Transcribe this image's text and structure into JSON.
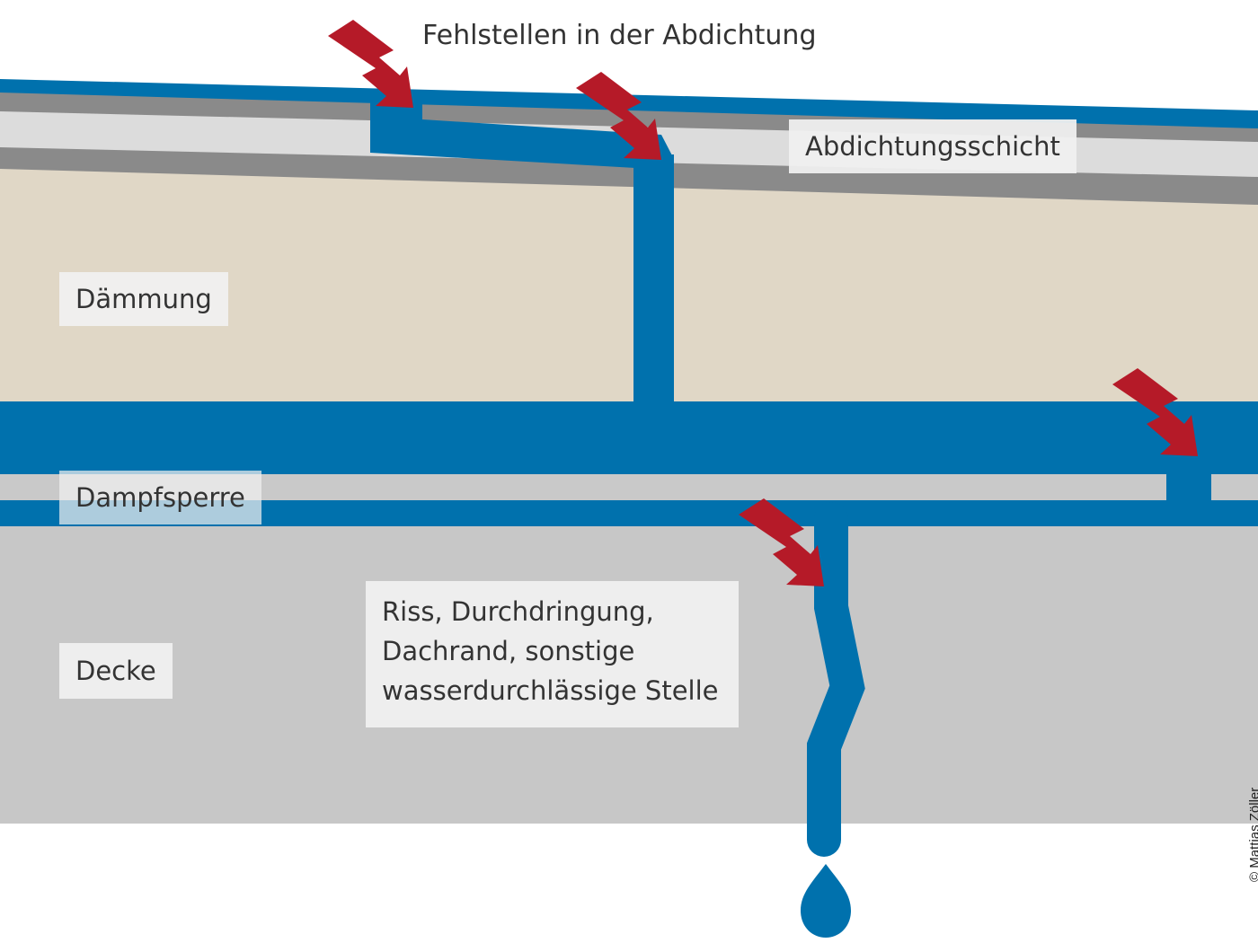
{
  "title": "Fehlstellen in der Abdichtung",
  "labels": {
    "abdichtungsschicht": "Abdichtungsschicht",
    "daemmung": "Dämmung",
    "dampfsperre": "Dampfsperre",
    "decke": "Decke",
    "riss_lines": [
      "Riss, Durchdringung,",
      "Dachrand, sonstige",
      "wasserdurchlässige Stelle"
    ]
  },
  "copyright": "© Mattias Zöller",
  "colors": {
    "water": "#0071ad",
    "arrow": "#b51a28",
    "insulation": "#e0d7c6",
    "membrane_dark": "#8a8a8a",
    "membrane_light": "#dcdcdc",
    "vapor_barrier": "#c9c9c9",
    "slab": "#c7c7c7",
    "label_bg": "#f0f0f0",
    "text": "#333333"
  },
  "arrows": [
    "lightning-arrow",
    "lightning-arrow",
    "lightning-arrow",
    "lightning-arrow"
  ]
}
